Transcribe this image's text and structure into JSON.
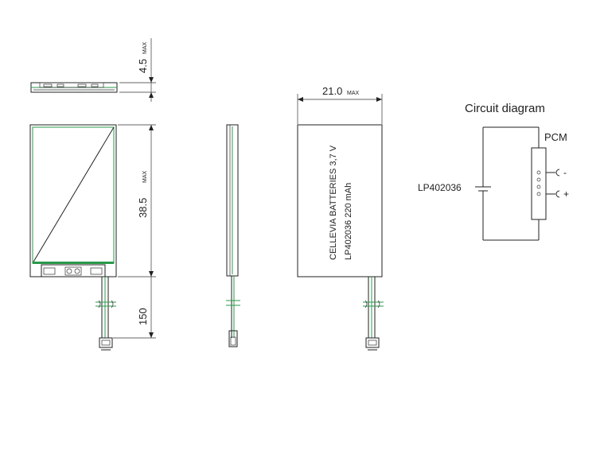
{
  "dimensions": {
    "thickness": "4.5",
    "thickness_unit": "MAX",
    "length": "38.5",
    "length_unit": "MAX",
    "lead_length": "150",
    "width": "21.0",
    "width_unit": "MAX"
  },
  "label": {
    "line1": "CELLEVIA BATTERIES 3,7 V",
    "line2": "LP402036 220 mAh"
  },
  "circuit": {
    "title": "Circuit diagram",
    "pcm_label": "PCM",
    "cell_label": "LP402036",
    "terminal_minus": "-",
    "terminal_plus": "+"
  },
  "colors": {
    "outline": "#222222",
    "pcb_green": "#2a9a4a"
  }
}
